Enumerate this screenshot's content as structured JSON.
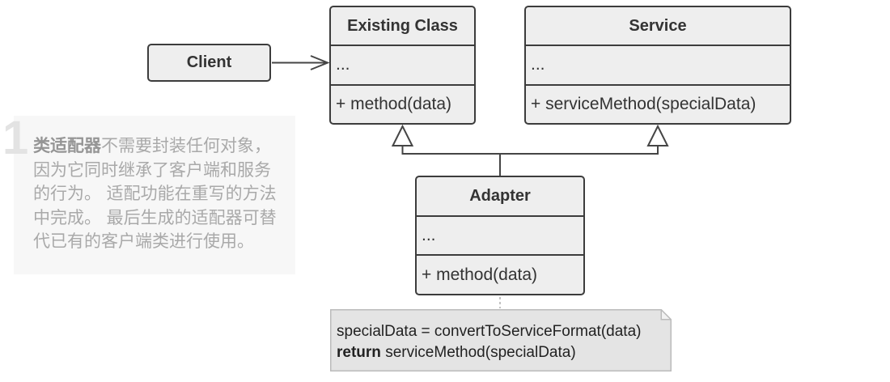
{
  "diagram": {
    "client": {
      "name": "Client"
    },
    "existing_class": {
      "name": "Existing Class",
      "fields": "...",
      "methods": "+ method(data)"
    },
    "service": {
      "name": "Service",
      "fields": "...",
      "methods": "+ serviceMethod(specialData)"
    },
    "adapter": {
      "name": "Adapter",
      "fields": "...",
      "methods": "+ method(data)"
    },
    "note": {
      "line1": "specialData = convertToServiceFormat(data)",
      "line2_keyword": "return",
      "line2_rest": "serviceMethod(specialData)"
    }
  },
  "annotation": {
    "step_number": "1",
    "lead": "类适配器",
    "lines": [
      "不需要封装任何对象，",
      "因为它同时继承了客户端和服务",
      "的行为。 适配功能在重写的方法",
      "中完成。 最后生成的适配器可替",
      "代已有的客户端类进行使用。"
    ]
  },
  "colors": {
    "border": "#3c3c3c",
    "box_fill": "#eeeeee",
    "text": "#333333",
    "connector": "#454545",
    "note_fill": "#e4e4e4",
    "note_border": "#bbbbbb",
    "note_link": "#c2c2c2",
    "panel_fill": "#f7f7f7",
    "annotation_text": "#a9a9a9",
    "annotation_lead": "#959595",
    "step_number": "#e3e3e3"
  }
}
